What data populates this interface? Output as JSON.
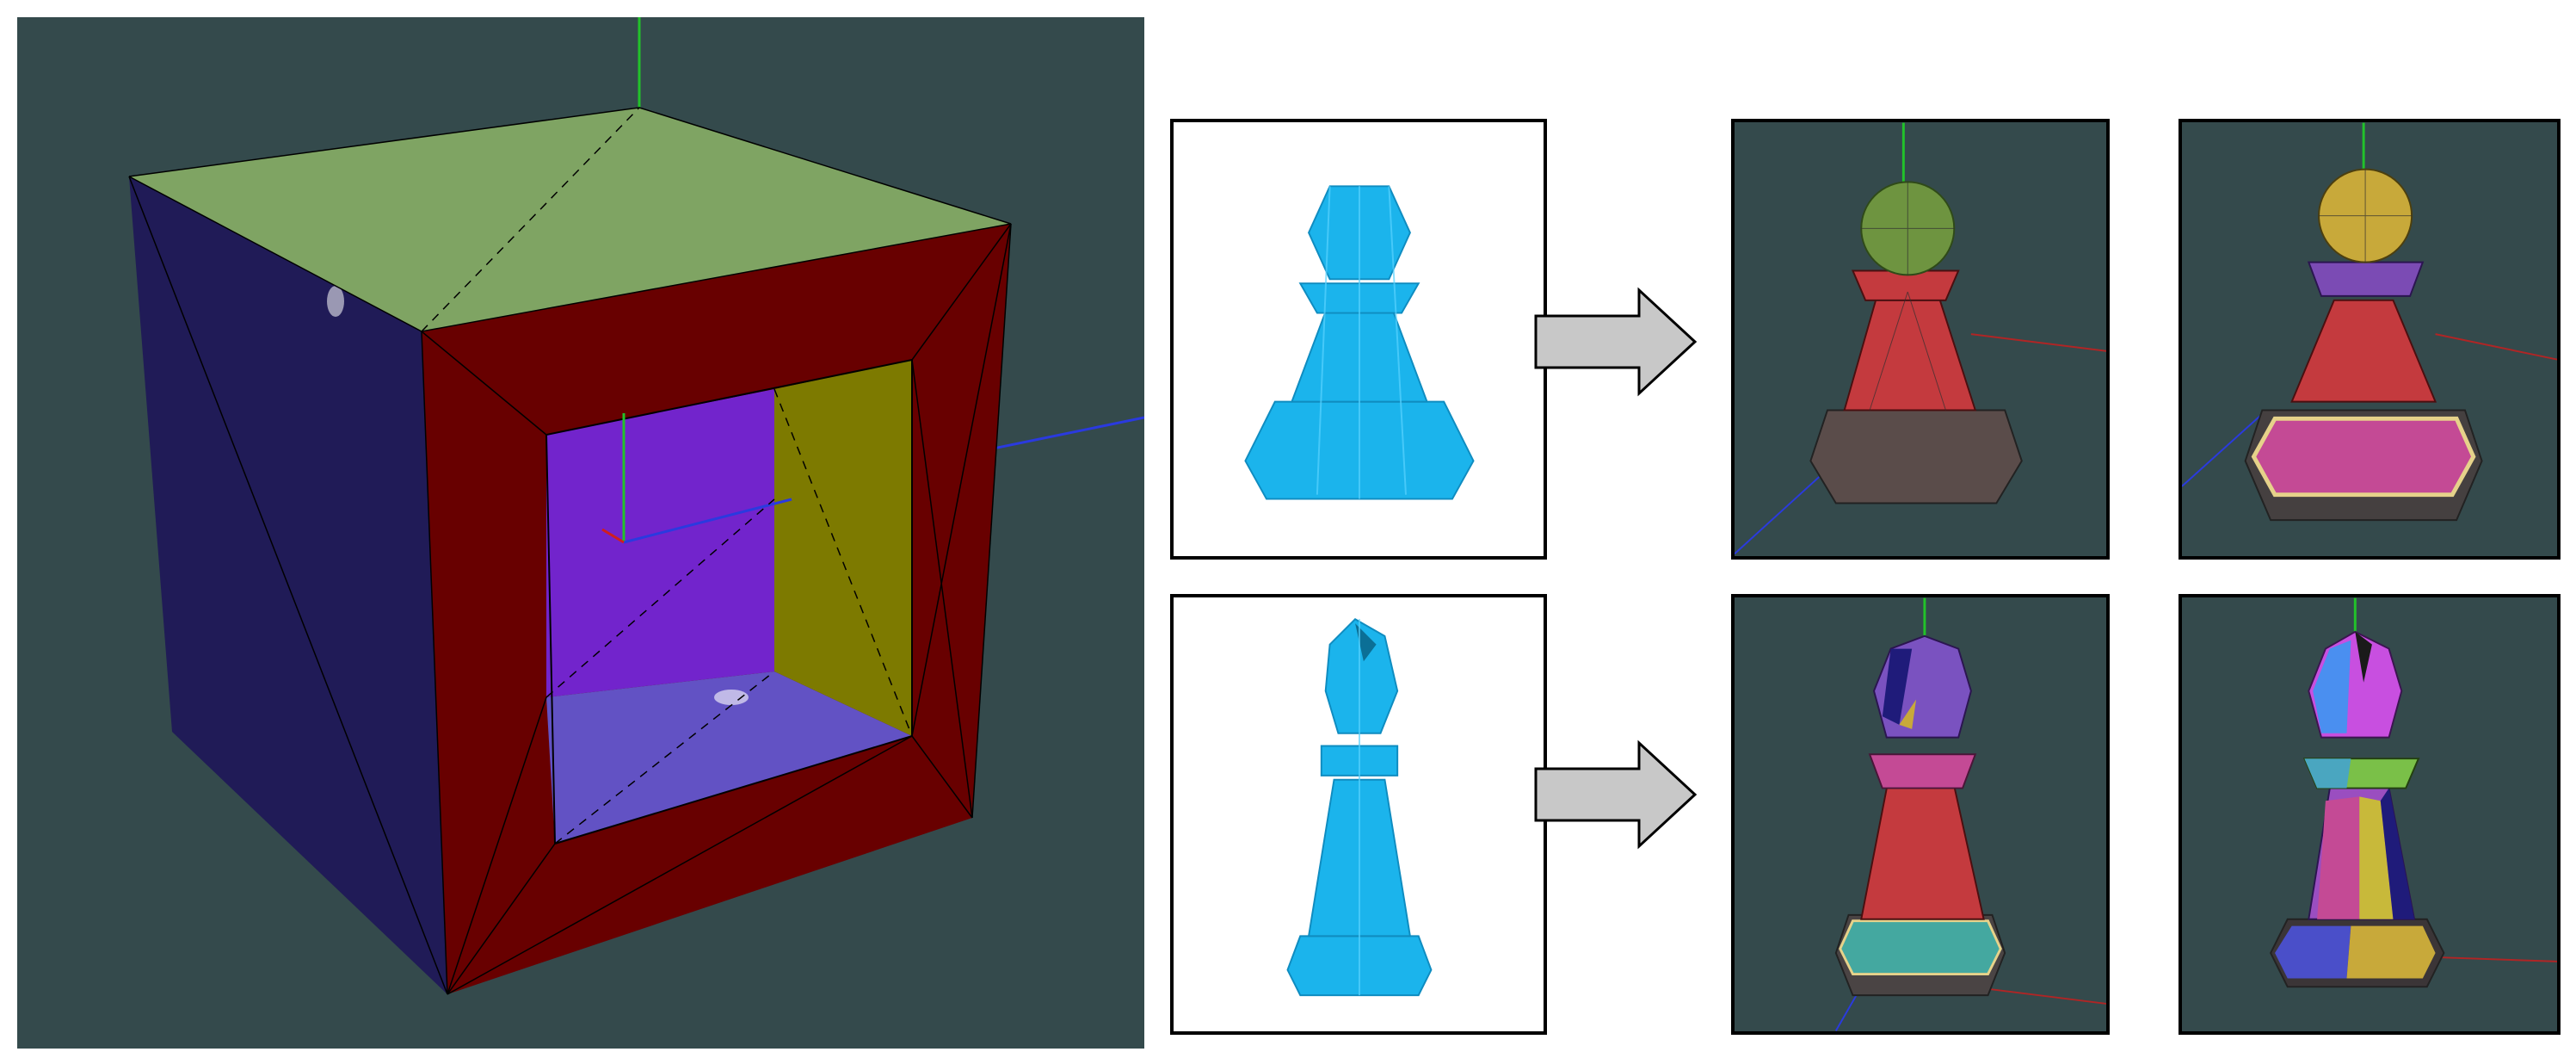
{
  "colors": {
    "viewport_bg": "#344a4c",
    "page_bg": "#ffffff",
    "input_mesh": "#1bb4ec",
    "cube_front": "#680000",
    "cube_left": "#201b57",
    "cube_top": "#7fa463",
    "inner_back": "#7224cc",
    "inner_right": "#7d7a00",
    "inner_floor": "#6252c4",
    "arrow_fill": "#c8c8c8"
  },
  "figure": {
    "main_view": {
      "subject": "cube-with-tunnel",
      "segmented": true
    },
    "rows": [
      {
        "piece": "pawn",
        "stages": [
          "input",
          "segmentation-a",
          "segmentation-b"
        ]
      },
      {
        "piece": "bishop",
        "stages": [
          "input",
          "segmentation-a",
          "segmentation-b"
        ]
      }
    ]
  }
}
